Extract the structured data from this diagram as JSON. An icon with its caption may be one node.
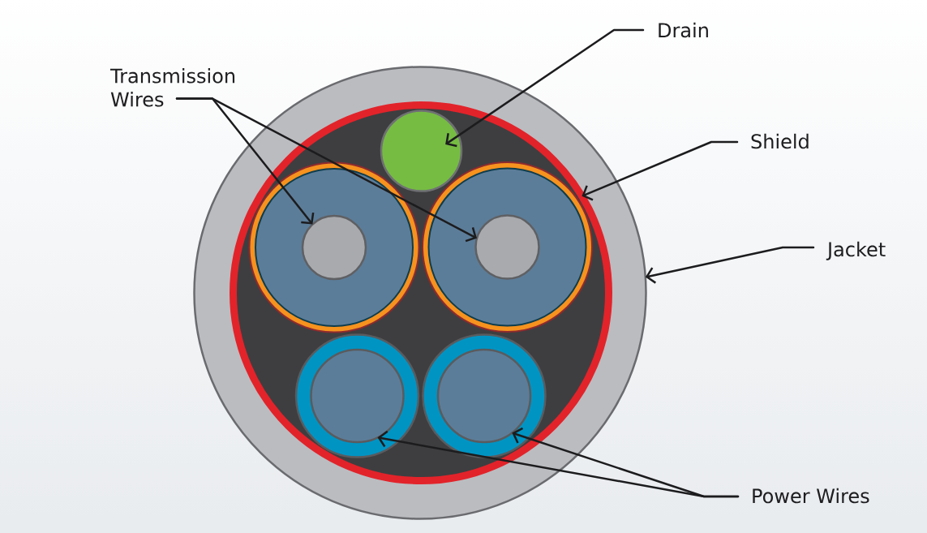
{
  "diagram": {
    "nodes": [
      {
        "text": [
          "Drain"
        ]
      },
      {
        "text": [
          "Transmission Wires"
        ]
      },
      {
        "text": [
          "Shield"
        ]
      },
      {
        "text": [
          "Jacket"
        ]
      },
      {
        "text": [
          "Power Wires"
        ]
      },
      {
        "text": [],
        "shape": "circle"
      },
      {
        "text": [],
        "shape": "circle",
        "in": 5
      },
      {
        "text": [],
        "shape": "circle",
        "in": 6
      },
      {
        "text": [],
        "shape": "circle",
        "in": 6
      },
      {
        "text": [],
        "shape": "circle",
        "in": 6
      },
      {
        "text": [],
        "shape": "circle",
        "in": 6
      },
      {
        "text": [],
        "shape": "circle",
        "in": 6
      }
    ],
    "edges": [
      {
        "from": 0,
        "to": 7,
        "arrow": "to"
      },
      {
        "from": 1,
        "to": 8,
        "arrow": "to"
      },
      {
        "from": 1,
        "to": 9,
        "arrow": "to"
      },
      {
        "from": 2,
        "to": 6,
        "arrow": "to"
      },
      {
        "from": 3,
        "to": 5,
        "arrow": "to"
      },
      {
        "from": 4,
        "to": 10,
        "arrow": "to"
      },
      {
        "from": 4,
        "to": 11,
        "arrow": "to"
      }
    ]
  }
}
